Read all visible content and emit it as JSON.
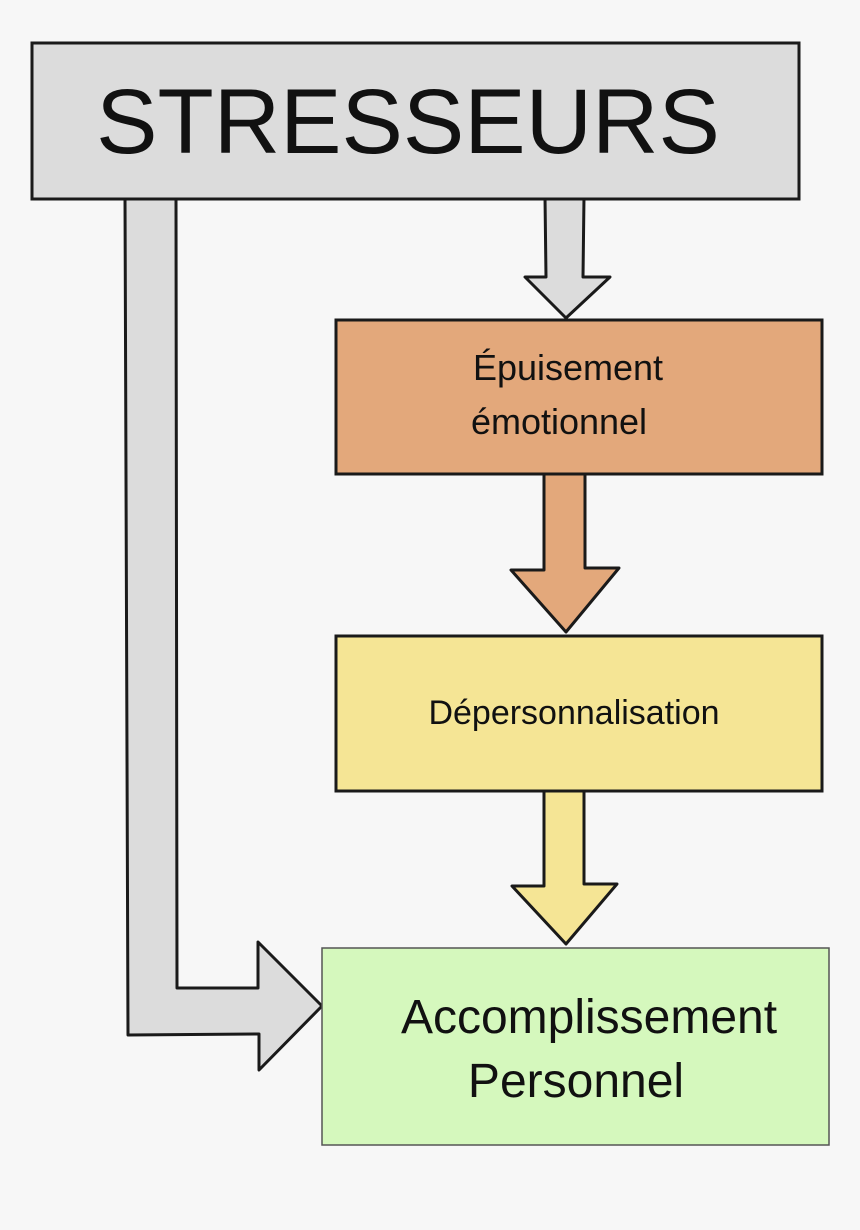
{
  "diagram": {
    "nodes": {
      "stressors": {
        "label": "STRESSEURS"
      },
      "emotional_exhaustion": {
        "line1": "Épuisement",
        "line2": "émotionnel"
      },
      "depersonalization": {
        "label": "Dépersonnalisation"
      },
      "personal_accomplishment": {
        "line1": "Accomplissement",
        "line2": "Personnel"
      }
    },
    "edges": [
      {
        "from": "stressors",
        "to": "emotional_exhaustion"
      },
      {
        "from": "emotional_exhaustion",
        "to": "depersonalization"
      },
      {
        "from": "depersonalization",
        "to": "personal_accomplishment"
      },
      {
        "from": "stressors",
        "to": "personal_accomplishment"
      }
    ],
    "colors": {
      "background": "#f7f7f7",
      "stressors": "#dcdcdc",
      "emotional_exhaustion": "#e3a87b",
      "depersonalization": "#f5e595",
      "personal_accomplishment": "#d5f8bd",
      "outline": "#1a1a1a"
    }
  }
}
